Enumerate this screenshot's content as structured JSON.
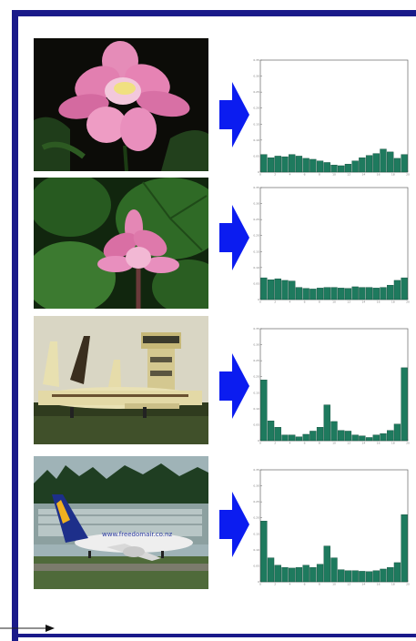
{
  "colors": {
    "frame": "#1a1a8a",
    "arrow": "#0b1cf0",
    "bar": "#1e7a5e",
    "bar_edge": "#0f4a38"
  },
  "chart_data": [
    {
      "type": "bar",
      "title": "",
      "xlabel": "",
      "ylabel": "",
      "ylim": [
        0,
        0.35
      ],
      "yticks": [
        "0",
        "0.05",
        "0.10",
        "0.15",
        "0.20",
        "0.25",
        "0.30",
        "0.35"
      ],
      "xticks": [
        "0",
        "2",
        "4",
        "6",
        "8",
        "10",
        "12",
        "14",
        "16",
        "18",
        "20"
      ],
      "values": [
        0.055,
        0.045,
        0.05,
        0.048,
        0.055,
        0.05,
        0.043,
        0.04,
        0.035,
        0.03,
        0.022,
        0.02,
        0.025,
        0.035,
        0.045,
        0.052,
        0.058,
        0.072,
        0.063,
        0.043,
        0.055
      ]
    },
    {
      "type": "bar",
      "title": "",
      "xlabel": "",
      "ylabel": "",
      "ylim": [
        0,
        0.35
      ],
      "yticks": [
        "0",
        "0.05",
        "0.10",
        "0.15",
        "0.20",
        "0.25",
        "0.30",
        "0.35"
      ],
      "xticks": [
        "0",
        "2",
        "4",
        "6",
        "8",
        "10",
        "12",
        "14",
        "16",
        "18",
        "20"
      ],
      "values": [
        0.068,
        0.062,
        0.065,
        0.06,
        0.058,
        0.038,
        0.035,
        0.033,
        0.036,
        0.038,
        0.038,
        0.036,
        0.035,
        0.04,
        0.038,
        0.038,
        0.036,
        0.038,
        0.045,
        0.06,
        0.068
      ]
    },
    {
      "type": "bar",
      "title": "",
      "xlabel": "",
      "ylabel": "",
      "ylim": [
        0,
        0.35
      ],
      "yticks": [
        "0",
        "0.05",
        "0.10",
        "0.15",
        "0.20",
        "0.25",
        "0.30",
        "0.35"
      ],
      "xticks": [
        "0",
        "2",
        "4",
        "6",
        "8",
        "10",
        "12",
        "14",
        "16",
        "18",
        "20"
      ],
      "values": [
        0.19,
        0.062,
        0.042,
        0.018,
        0.018,
        0.012,
        0.02,
        0.03,
        0.042,
        0.112,
        0.06,
        0.032,
        0.03,
        0.018,
        0.015,
        0.01,
        0.018,
        0.022,
        0.032,
        0.052,
        0.228
      ]
    },
    {
      "type": "bar",
      "title": "",
      "xlabel": "",
      "ylabel": "",
      "ylim": [
        0,
        0.35
      ],
      "yticks": [
        "0",
        "0.05",
        "0.10",
        "0.15",
        "0.20",
        "0.25",
        "0.30",
        "0.35"
      ],
      "xticks": [
        "0",
        "2",
        "4",
        "6",
        "8",
        "10",
        "12",
        "14",
        "16",
        "18",
        "20"
      ],
      "values": [
        0.19,
        0.075,
        0.052,
        0.045,
        0.043,
        0.045,
        0.052,
        0.045,
        0.055,
        0.112,
        0.075,
        0.038,
        0.035,
        0.035,
        0.033,
        0.032,
        0.035,
        0.04,
        0.045,
        0.06,
        0.21
      ]
    }
  ],
  "images": [
    {
      "icon": "lotus-flower-photo"
    },
    {
      "icon": "lotus-lilypad-photo"
    },
    {
      "icon": "airport-tower-plane-photo"
    },
    {
      "icon": "airliner-terminal-photo",
      "livery_text": "www.freedomair.co.nz"
    }
  ]
}
